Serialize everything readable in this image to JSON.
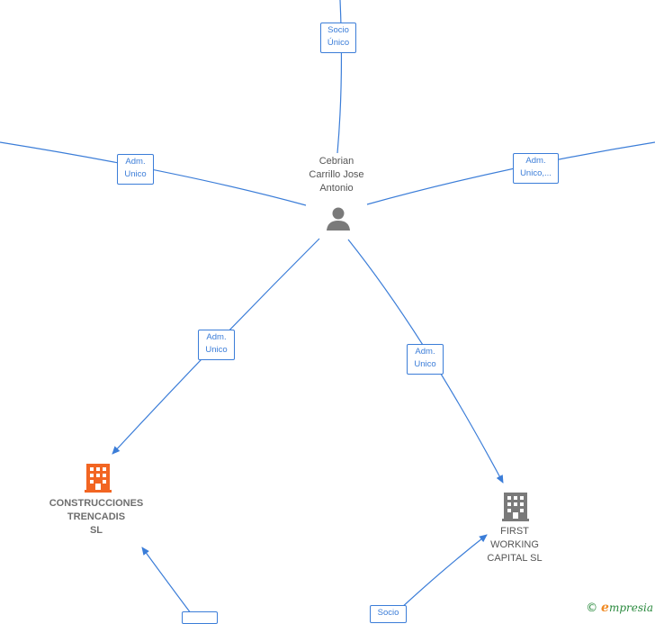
{
  "nodes": {
    "person": {
      "name_lines": [
        "Cebrian",
        "Carrillo Jose",
        "Antonio"
      ]
    },
    "company_left": {
      "name_lines": [
        "CONSTRUCCIONES",
        "TRENCADIS",
        "SL"
      ],
      "color": "#f26522"
    },
    "company_right": {
      "name_lines": [
        "FIRST",
        "WORKING",
        "CAPITAL  SL"
      ],
      "color": "#7a7a7a"
    }
  },
  "edge_labels": {
    "top": [
      "Socio",
      "Único"
    ],
    "left": [
      "Adm.",
      "Unico"
    ],
    "right": [
      "Adm.",
      "Unico,..."
    ],
    "to_left_company": [
      "Adm.",
      "Unico"
    ],
    "to_right_company": [
      "Adm.",
      "Unico"
    ],
    "bottom_right": [
      "Socio"
    ]
  },
  "footer": {
    "copyright": "©",
    "brand_initial": "e",
    "brand_rest": "mpresia"
  },
  "colors": {
    "edge": "#3b7dd8",
    "person_icon": "#7a7a7a"
  }
}
